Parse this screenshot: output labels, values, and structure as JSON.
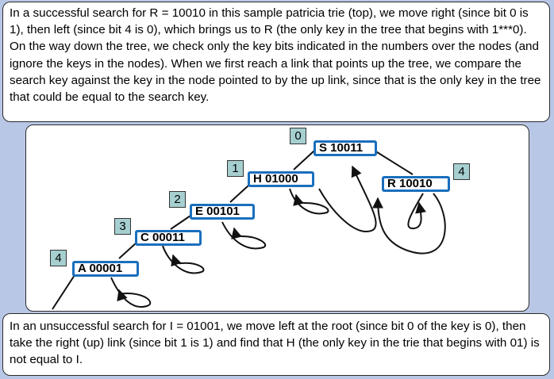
{
  "top_caption": "In a successful search for R = 10010 in this sample patricia trie (top), we move right (since bit 0 is 1), then left (since bit 4 is 0), which brings us to R (the only key in the tree that begins with 1***0). On the way down the tree, we check only the key bits indicated in the numbers over the nodes (and ignore the keys in the nodes). When we first reach a link that points up the tree, we compare the search key against the key in the node pointed to by the up link, since that is the only key in the tree that could be equal to the search key.",
  "bottom_caption": "In an unsuccessful search for I = 01001, we move left at the root (since bit 0 of the key is 0), then take the right (up) link (since bit 1 is 1) and find that H (the only key in the trie that begins with 01) is not equal to I.",
  "nodes": {
    "S": {
      "key": "S 10011",
      "bit": "0"
    },
    "H": {
      "key": "H 01000",
      "bit": "1"
    },
    "R": {
      "key": "R 10010",
      "bit": "4"
    },
    "E": {
      "key": "E 00101",
      "bit": "2"
    },
    "C": {
      "key": "C 00011",
      "bit": "3"
    },
    "A": {
      "key": "A 00001",
      "bit": "4"
    }
  },
  "colors": {
    "node_border": "#1a6fbd",
    "bit_box": "#a6cfd0",
    "background": "#b9c7e6",
    "link": "#111111"
  }
}
